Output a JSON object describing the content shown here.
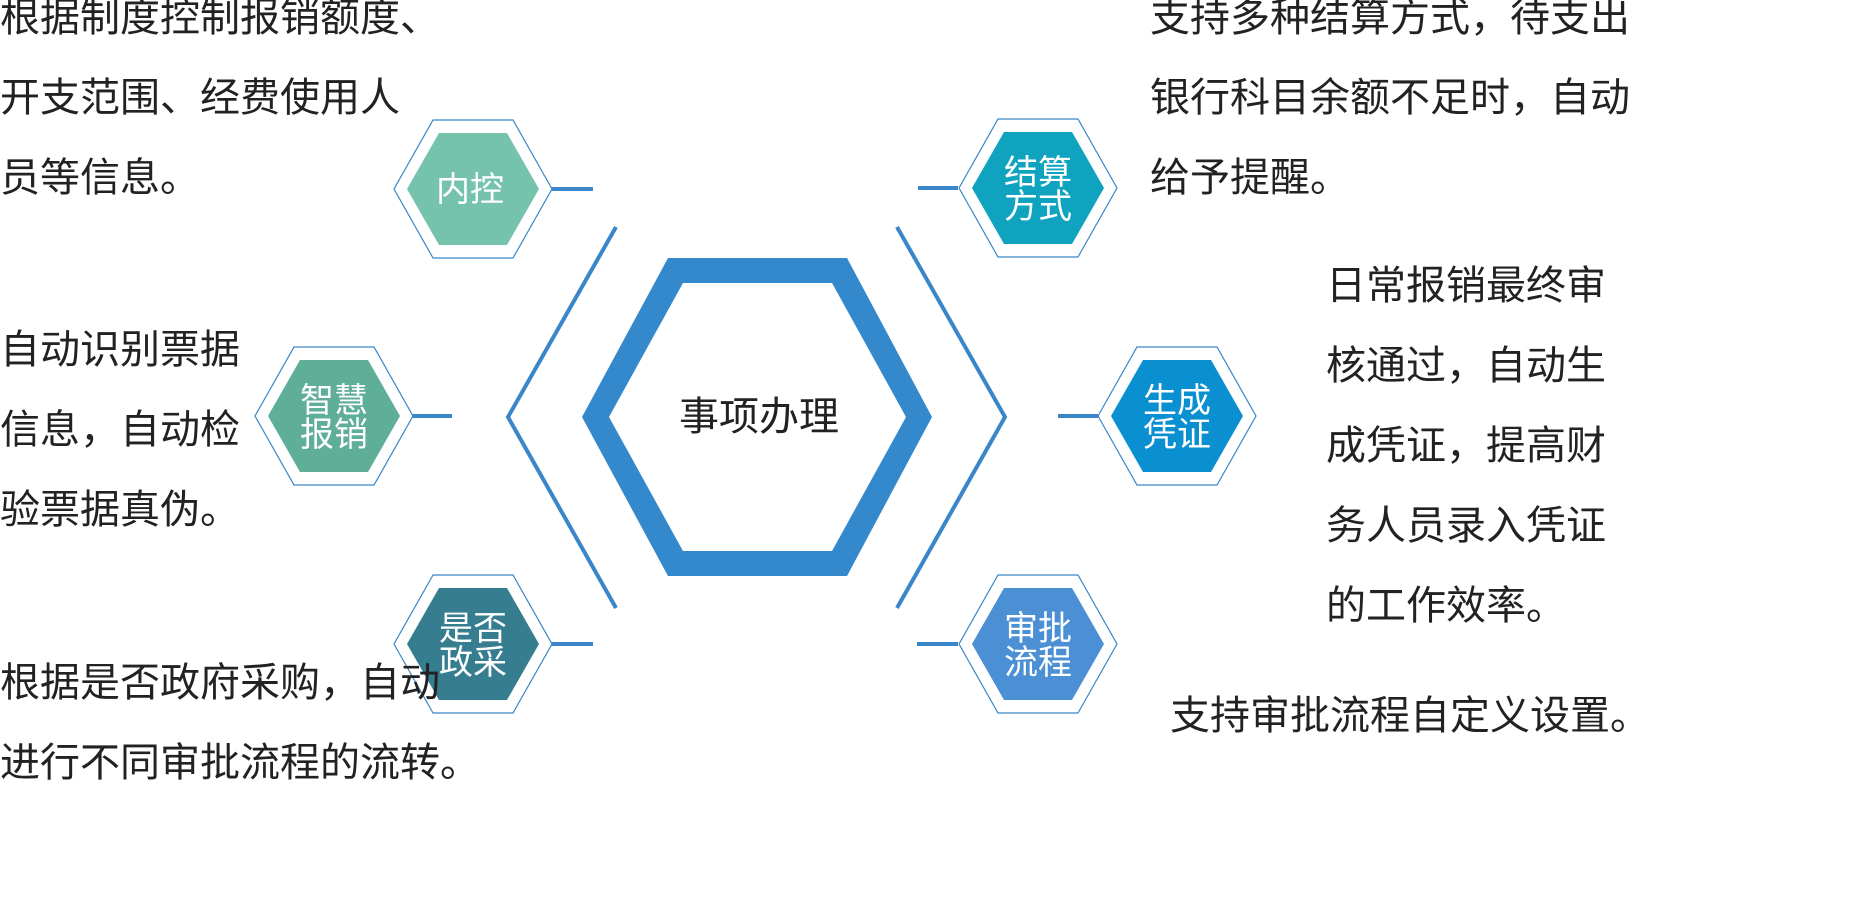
{
  "center": {
    "label": "事项办理",
    "color": "#3488cc"
  },
  "nodes": [
    {
      "id": "neikong",
      "label_lines": [
        "内控"
      ],
      "color": "#76c3ad",
      "description": "根据制度控制报销额度、\n开支范围、经费使用人\n员等信息。"
    },
    {
      "id": "zhihui",
      "label_lines": [
        "智慧",
        "报销"
      ],
      "color": "#5fae98",
      "description": "自动识别票据\n信息，自动检\n验票据真伪。"
    },
    {
      "id": "shifou",
      "label_lines": [
        "是否",
        "政采"
      ],
      "color": "#357d8f",
      "description": "根据是否政府采购，自动\n进行不同审批流程的流转。"
    },
    {
      "id": "jiesuan",
      "label_lines": [
        "结算",
        "方式"
      ],
      "color": "#10a3bf",
      "description": "支持多种结算方式，待支出\n银行科目余额不足时，自动\n给予提醒。"
    },
    {
      "id": "shengcheng",
      "label_lines": [
        "生成",
        "凭证"
      ],
      "color": "#0a8fd0",
      "description": "日常报销最终审\n核通过，自动生\n成凭证，提高财\n务人员录入凭证\n的工作效率。"
    },
    {
      "id": "shenpi",
      "label_lines": [
        "审批",
        "流程"
      ],
      "color": "#4b8fd4",
      "description": "支持审批流程自定义设置。"
    }
  ],
  "line_color": "#3a86c8"
}
